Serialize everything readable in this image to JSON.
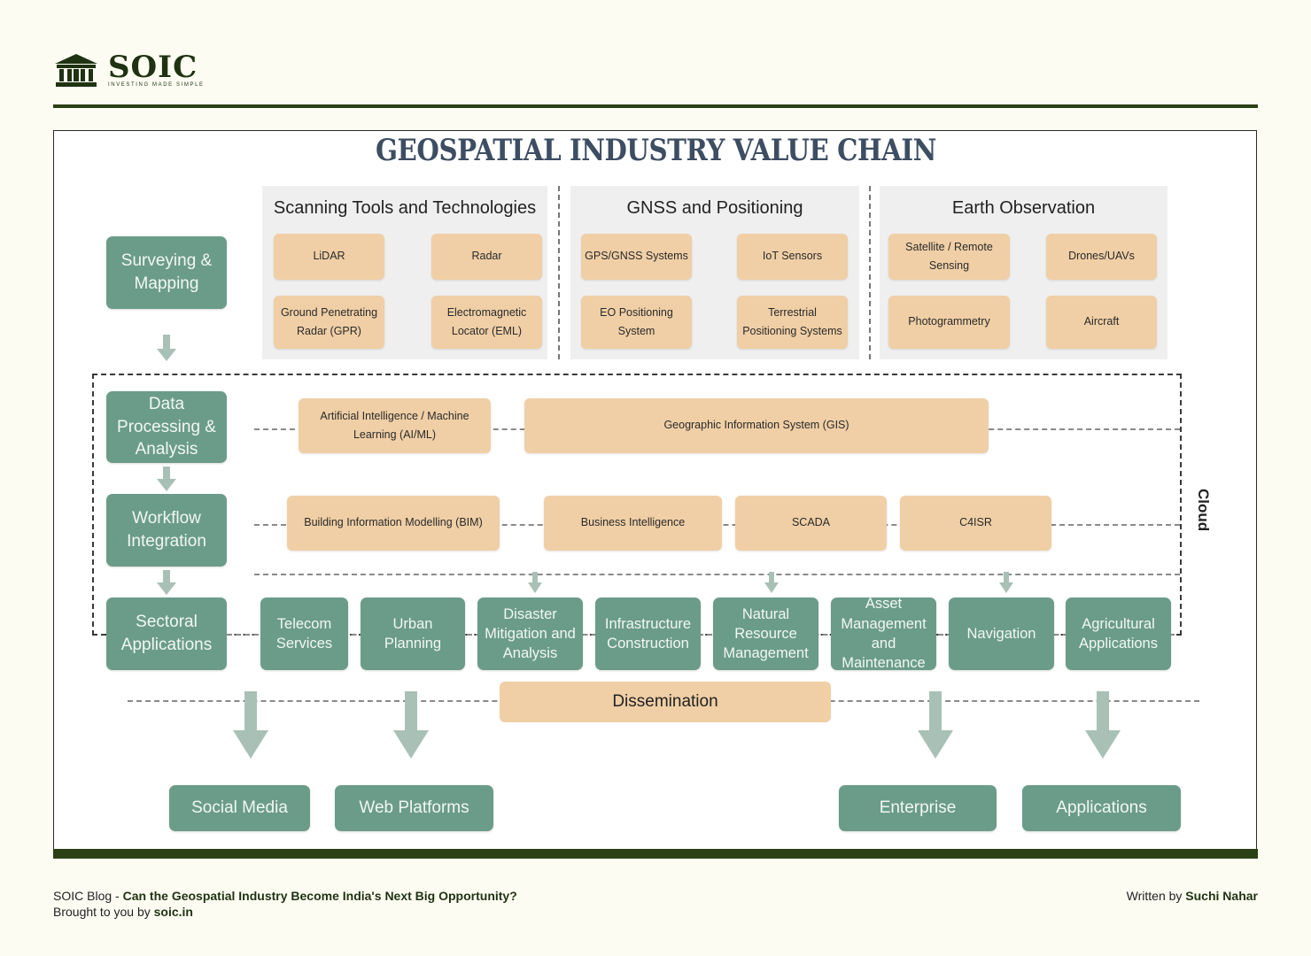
{
  "brand": {
    "name": "SOIC",
    "tagline": "INVESTING MADE SIMPLE"
  },
  "figure": {
    "title": "GEOSPATIAL INDUSTRY VALUE CHAIN",
    "panels": [
      {
        "title": "Scanning Tools and Technologies",
        "items": [
          "LiDAR",
          "Radar",
          "Ground Penetrating Radar (GPR)",
          "Electromagnetic Locator (EML)"
        ]
      },
      {
        "title": "GNSS and Positioning",
        "items": [
          "GPS/GNSS Systems",
          "IoT Sensors",
          "EO Positioning System",
          "Terrestrial Positioning Systems"
        ]
      },
      {
        "title": "Earth Observation",
        "items": [
          "Satellite / Remote Sensing",
          "Drones/UAVs",
          "Photogrammetry",
          "Aircraft"
        ]
      }
    ],
    "stages": [
      "Surveying & Mapping",
      "Data Processing & Analysis",
      "Workflow Integration",
      "Sectoral Applications"
    ],
    "processing": [
      "Artificial Intelligence / Machine Learning (AI/ML)",
      "Geographic Information System (GIS)"
    ],
    "workflow": [
      "Building Information Modelling (BIM)",
      "Business Intelligence",
      "SCADA",
      "C4ISR"
    ],
    "sectors": [
      "Telecom Services",
      "Urban Planning",
      "Disaster Mitigation and Analysis",
      "Infrastructure Construction",
      "Natural Resource Management",
      "Asset Management and Maintenance",
      "Navigation",
      "Agricultural Applications"
    ],
    "cloud_label": "Cloud",
    "dissemination": "Dissemination",
    "outputs": [
      "Social Media",
      "Web Platforms",
      "Enterprise",
      "Applications"
    ]
  },
  "footer": {
    "blog_prefix": "SOIC Blog - ",
    "blog_title": "Can the Geospatial Industry Become India's Next Big Opportunity?",
    "brought_prefix": "Brought to you by ",
    "site": "soic.in",
    "written_prefix": "Written by ",
    "author": "Suchi Nahar"
  }
}
